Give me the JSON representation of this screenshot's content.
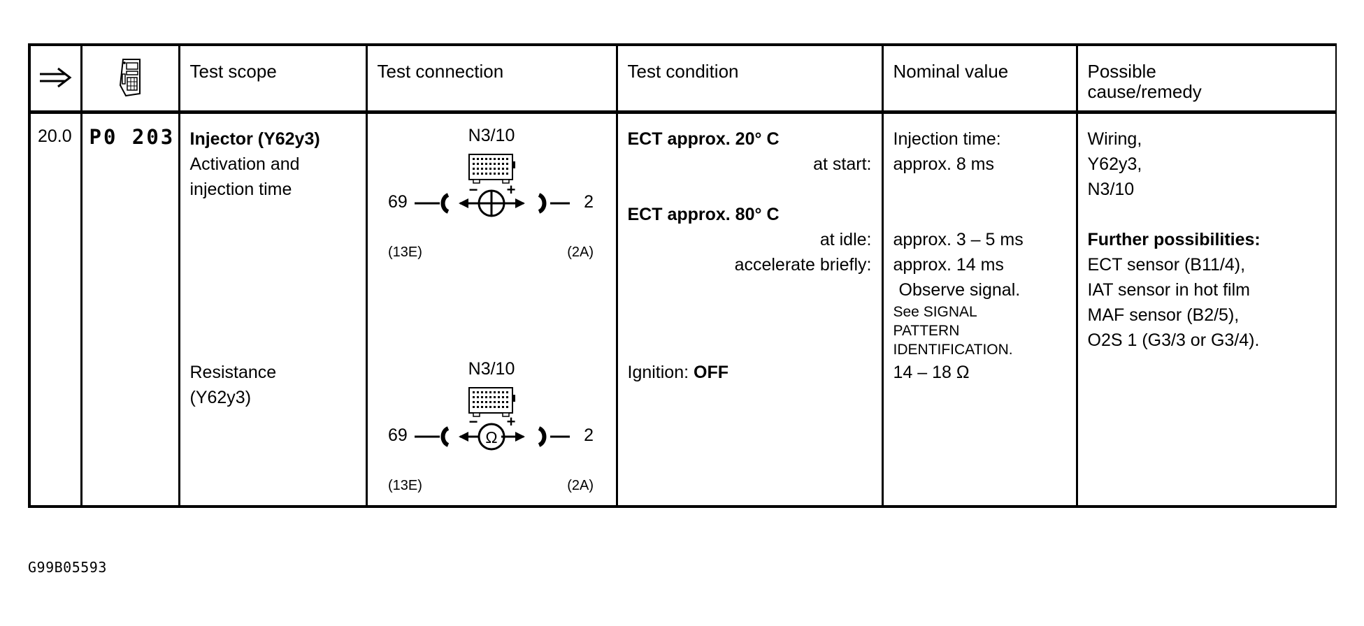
{
  "figure_id": "G99B05593",
  "table": {
    "headers": {
      "step_icon": "double-right-arrow",
      "tool_icon": "handheld-scan-tool",
      "test_scope": "Test scope",
      "test_connection": "Test connection",
      "test_condition": "Test condition",
      "nominal_value": "Nominal value",
      "possible_cause": "Possible\ncause/remedy"
    },
    "row": {
      "step_number": "20.0",
      "fault_code": "P0 203",
      "scope": {
        "title": "Injector (Y62y3)",
        "line2": "Activation and",
        "line3": "injection time",
        "second_title": "Resistance",
        "second_line2": "(Y62y3)"
      },
      "connection_first": {
        "module": "N3/10",
        "meter_symbol": "⊕",
        "left_pin": "69",
        "left_connector": "(13E)",
        "right_pin": "2",
        "right_connector": "(2A)",
        "minus": "−",
        "plus": "+"
      },
      "connection_second": {
        "module": "N3/10",
        "meter_symbol": "Ω",
        "left_pin": "69",
        "left_connector": "(13E)",
        "right_pin": "2",
        "right_connector": "(2A)",
        "minus": "−",
        "plus": "+"
      },
      "condition": {
        "head1": "ECT approx.  20° C",
        "sub1": "at start:",
        "head2": "ECT approx.  80° C",
        "sub2": "at idle:",
        "sub3": "accelerate briefly:",
        "ignition": "Ignition: ",
        "ignition_state": "OFF"
      },
      "nominal": {
        "line1": "Injection time:",
        "line2": "approx. 8 ms",
        "line3": "approx. 3 – 5 ms",
        "line4": "approx. 14 ms",
        "line5": "Observe signal.",
        "note1": "See SIGNAL",
        "note2": "PATTERN",
        "note3": "IDENTIFICATION.",
        "resistance": "14 – 18 Ω"
      },
      "cause": {
        "line1": "Wiring,",
        "line2": "Y62y3,",
        "line3": "N3/10",
        "further_head": "Further possibilities:",
        "further1": "ECT sensor (B11/4),",
        "further2": "IAT sensor in hot film",
        "further3": "MAF sensor (B2/5),",
        "further4": "O2S 1 (G3/3 or G3/4)."
      }
    }
  }
}
